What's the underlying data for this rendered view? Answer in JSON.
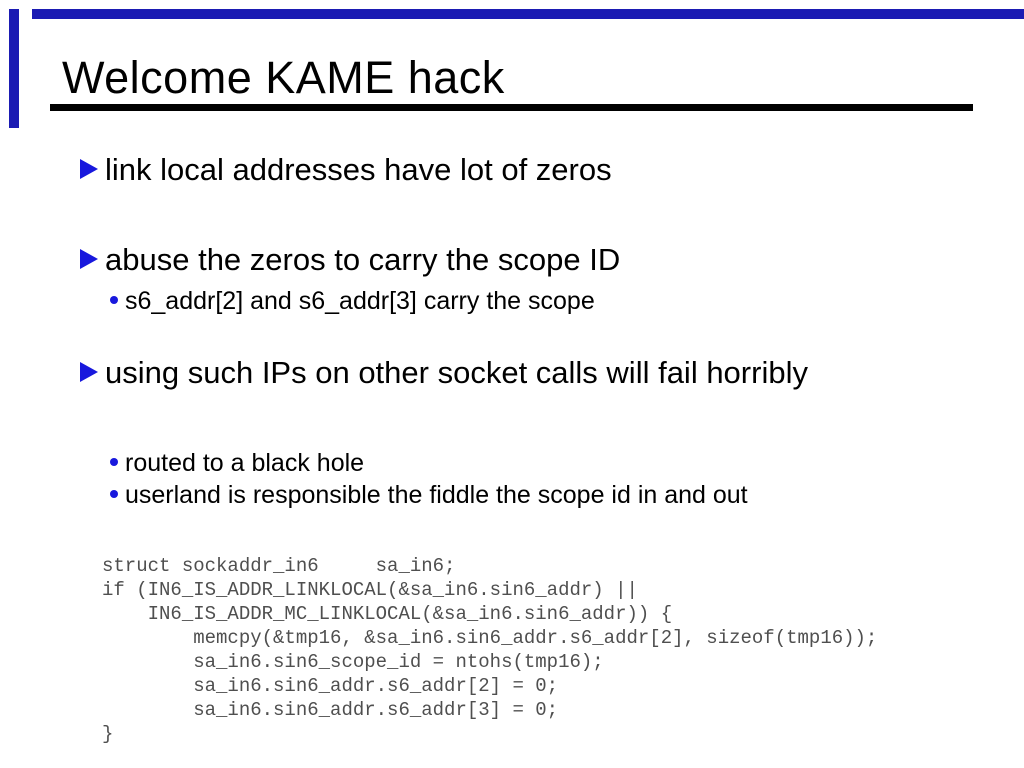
{
  "slide": {
    "title": "Welcome KAME hack",
    "bullets": [
      {
        "text": "link local addresses have lot of zeros",
        "children": []
      },
      {
        "text": "abuse the zeros to carry the scope ID",
        "children": [
          "s6_addr[2] and s6_addr[3] carry the scope"
        ]
      },
      {
        "text": "using such IPs on other socket calls will fail horribly",
        "children": [
          "routed to a black hole",
          "userland is responsible the fiddle the scope id in and out"
        ]
      }
    ],
    "code_lines": [
      "struct sockaddr_in6     sa_in6;",
      "if (IN6_IS_ADDR_LINKLOCAL(&sa_in6.sin6_addr) ||",
      "    IN6_IS_ADDR_MC_LINKLOCAL(&sa_in6.sin6_addr)) {",
      "        memcpy(&tmp16, &sa_in6.sin6_addr.s6_addr[2], sizeof(tmp16));",
      "        sa_in6.sin6_scope_id = ntohs(tmp16);",
      "        sa_in6.sin6_addr.s6_addr[2] = 0;",
      "        sa_in6.sin6_addr.s6_addr[3] = 0;",
      "}"
    ],
    "colors": {
      "bullet_blue": "#1818dd",
      "frame_blue": "#1b1bb3",
      "title_underline": "#000000",
      "code_gray": "#4f4f4f",
      "background": "#ffffff"
    }
  }
}
